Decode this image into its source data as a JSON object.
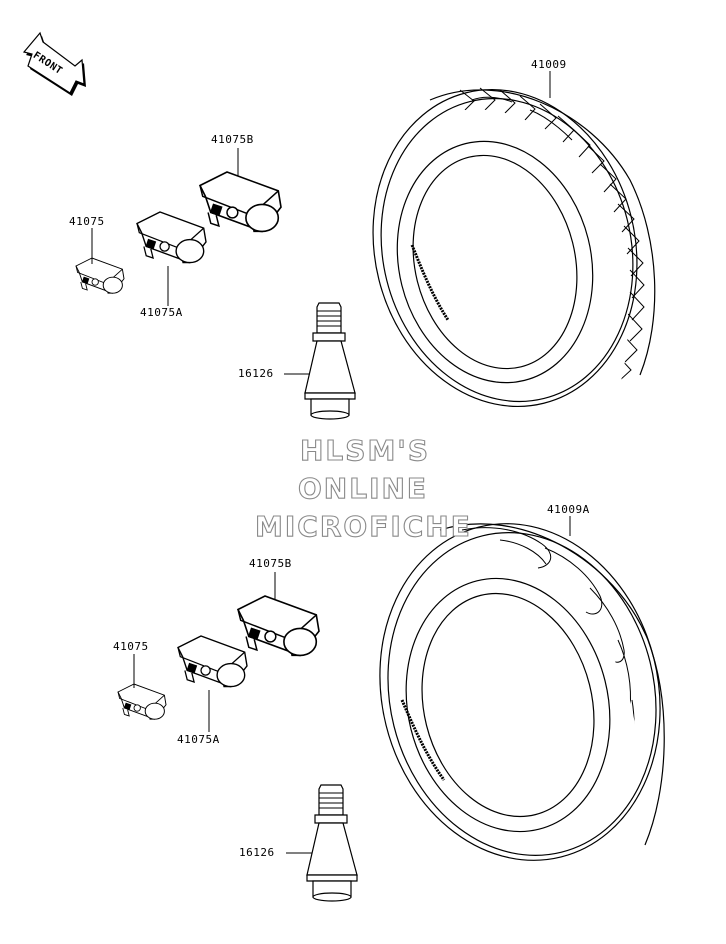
{
  "front_arrow": {
    "label": "FRONT"
  },
  "upper_group": {
    "tire_label": "41009",
    "weight_b_label": "41075B",
    "weight_label": "41075",
    "weight_a_label": "41075A",
    "valve_label": "16126"
  },
  "lower_group": {
    "tire_label": "41009A",
    "weight_b_label": "41075B",
    "weight_label": "41075",
    "weight_a_label": "41075A",
    "valve_label": "16126"
  },
  "watermark": {
    "line1": "HLSM'S",
    "line2": "ONLINE",
    "line3": "MICROFICHE"
  },
  "colors": {
    "ink": "#000000",
    "watermark_outline": "#8a8a8a",
    "background": "#ffffff"
  }
}
